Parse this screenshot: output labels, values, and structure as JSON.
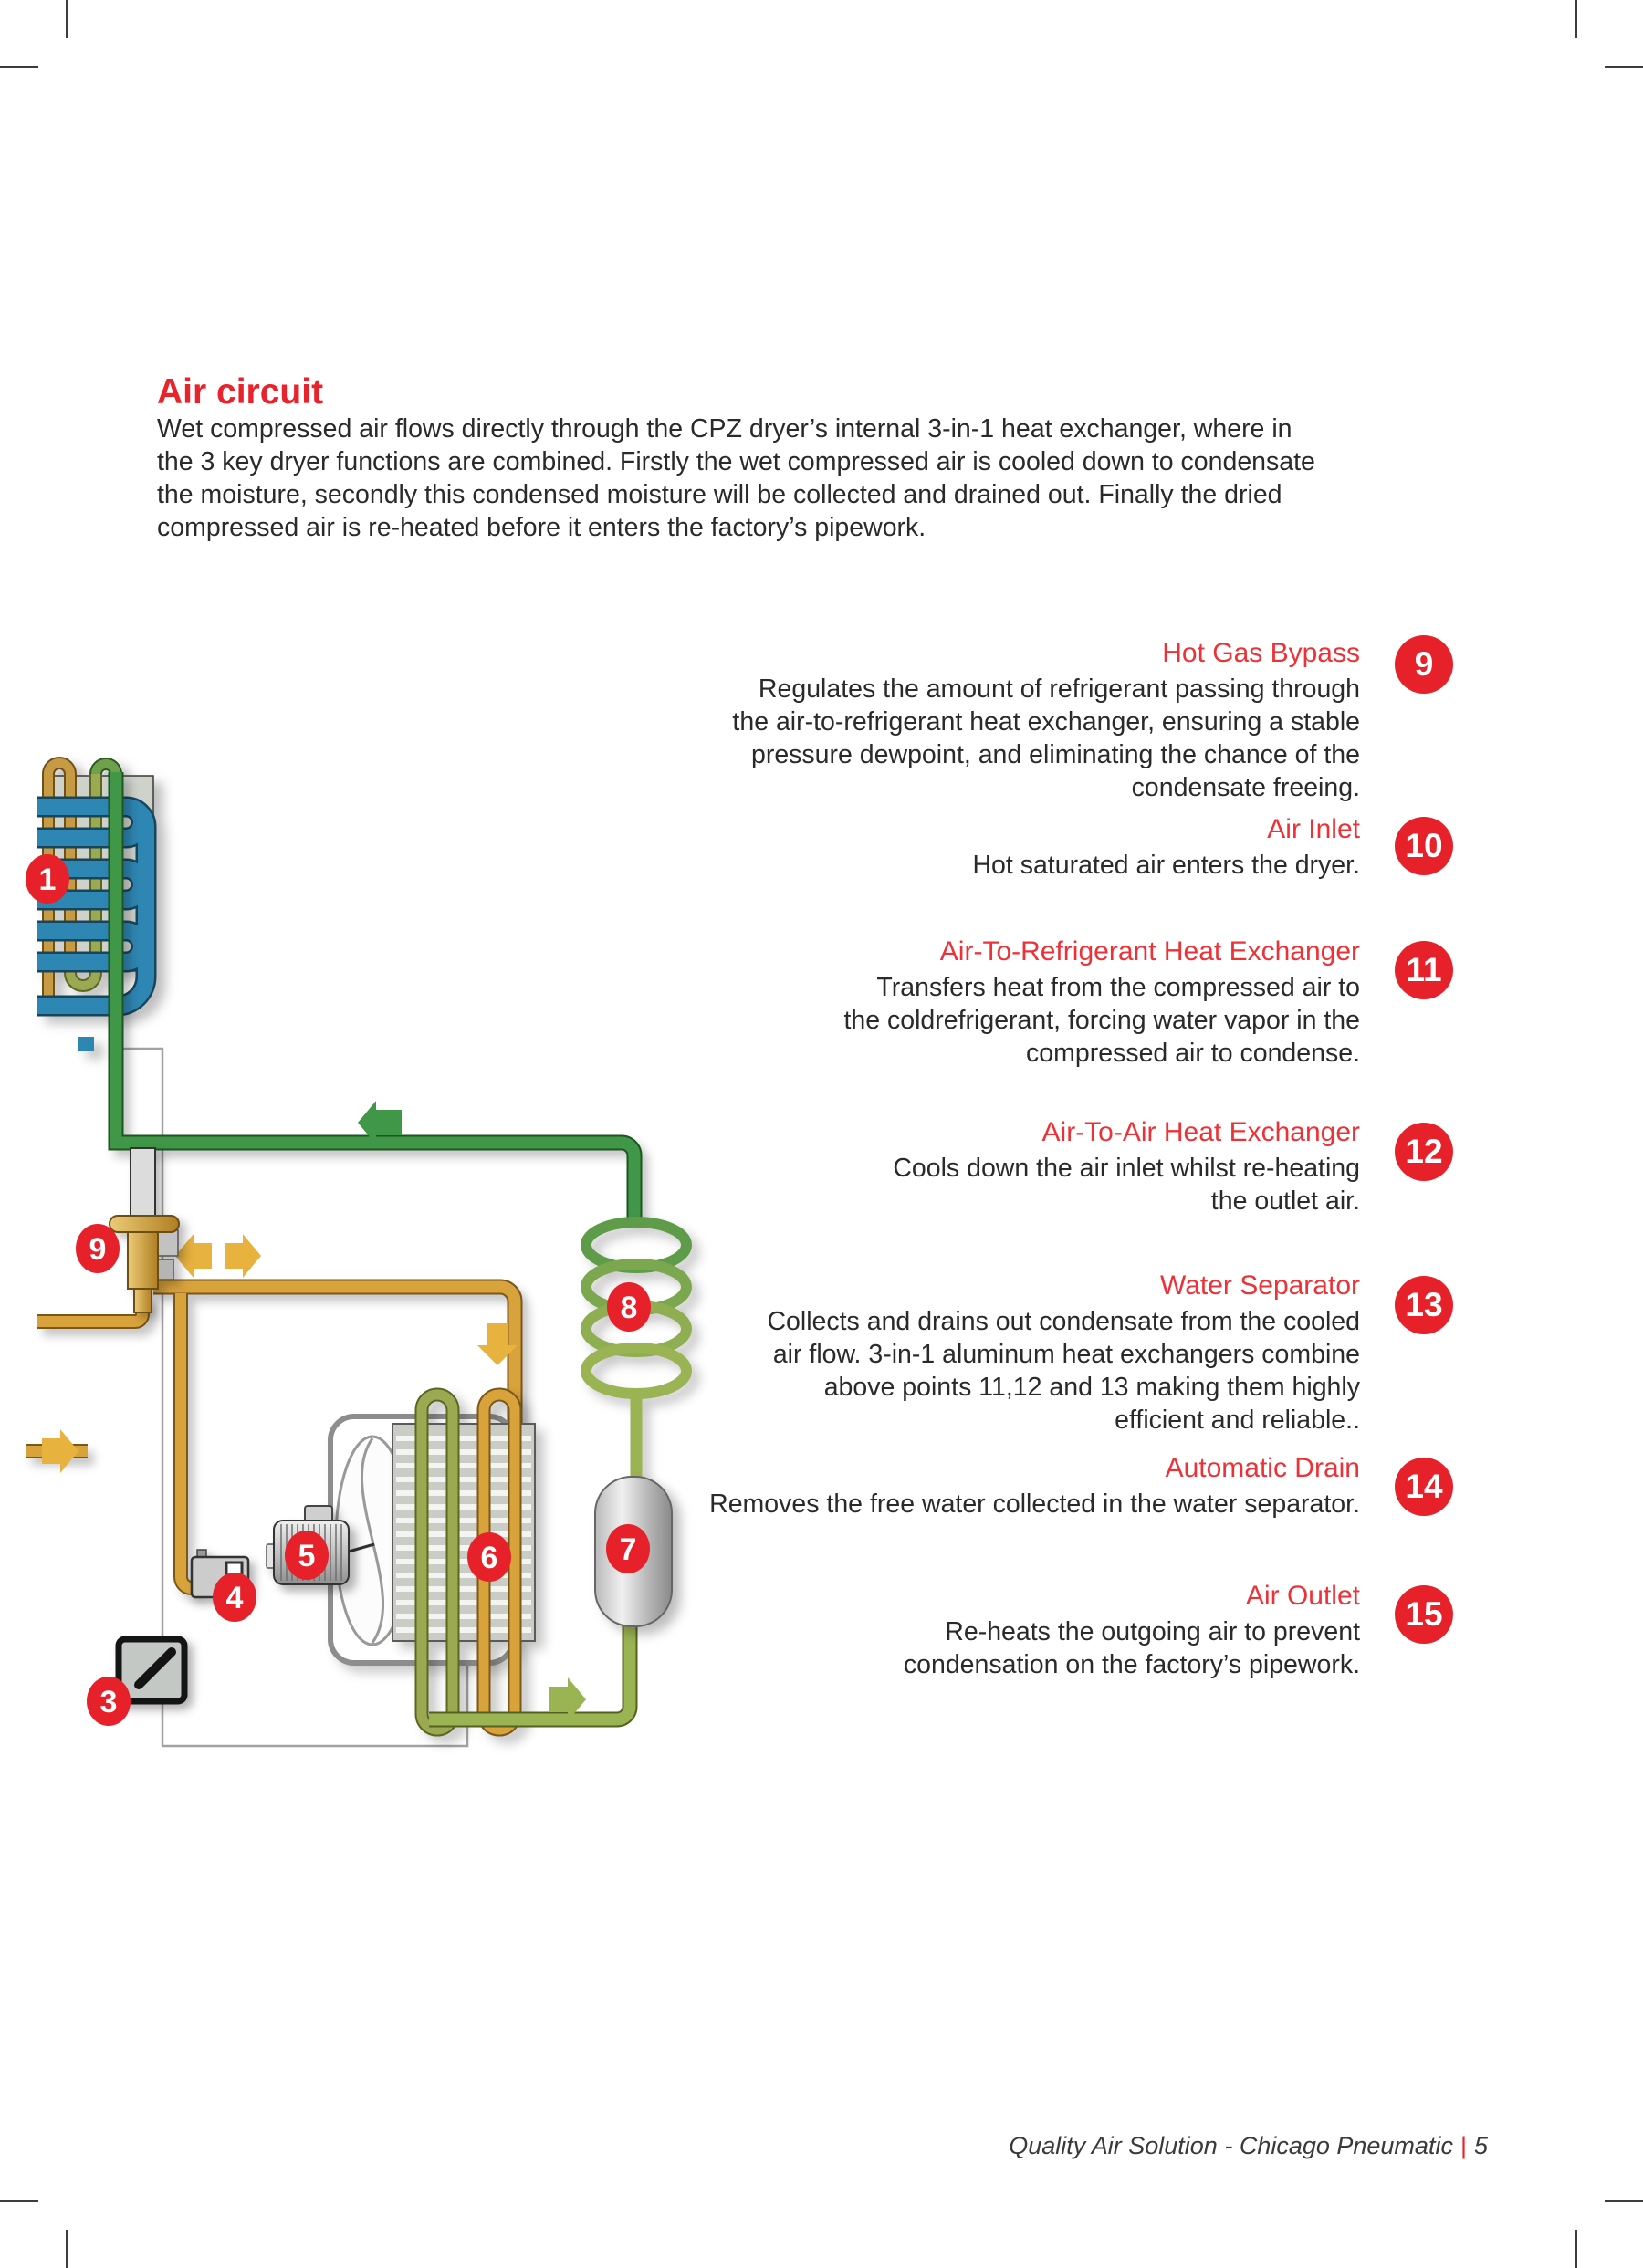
{
  "page_title": "Air circuit",
  "intro": "Wet compressed air flows directly through the CPZ dryer’s internal 3-in-1 heat exchanger, where in\nthe 3 key dryer functions are combined. Firstly the wet compressed air is cooled down to condensate\nthe moisture, secondly this condensed moisture will be collected and drained out. Finally the dried\ncompressed air is re-heated before it enters the factory’s pipework.",
  "items": [
    {
      "num": "9",
      "title": "Hot Gas Bypass",
      "desc": "Regulates the amount of refrigerant passing through\nthe air-to-refrigerant heat exchanger, ensuring a stable\npressure dewpoint, and eliminating the chance of the\ncondensate freeing."
    },
    {
      "num": "10",
      "title": "Air Inlet",
      "desc": "Hot saturated air enters the dryer."
    },
    {
      "num": "11",
      "title": "Air-To-Refrigerant Heat Exchanger",
      "desc": "Transfers heat from the compressed air to\nthe coldrefrigerant, forcing water vapor in the\ncompressed air to condense."
    },
    {
      "num": "12",
      "title": "Air-To-Air Heat Exchanger",
      "desc": "Cools down the air inlet whilst re-heating\nthe outlet air."
    },
    {
      "num": "13",
      "title": "Water Separator",
      "desc": "Collects and drains out condensate from the cooled\nair flow. 3-in-1 aluminum heat exchangers combine\nabove points 11,12 and 13 making them highly\nefficient and reliable.."
    },
    {
      "num": "14",
      "title": "Automatic Drain",
      "desc": "Removes the free water collected in the water separator."
    },
    {
      "num": "15",
      "title": "Air Outlet",
      "desc": "Re-heats the outgoing air to prevent\ncondensation on the factory’s pipework."
    }
  ],
  "diagram": {
    "badge_labels": [
      "1",
      "3",
      "4",
      "5",
      "6",
      "7",
      "8",
      "9"
    ]
  },
  "footer": {
    "text": "Quality Air Solution - Chicago Pneumatic",
    "separator": "|",
    "page_number": "5"
  },
  "colors": {
    "accent_red": "#e62129",
    "pipe_gold": "#d9a33c",
    "pipe_green": "#3f9747",
    "pipe_olive": "#9ab353",
    "pipe_blue": "#2e86b2"
  }
}
